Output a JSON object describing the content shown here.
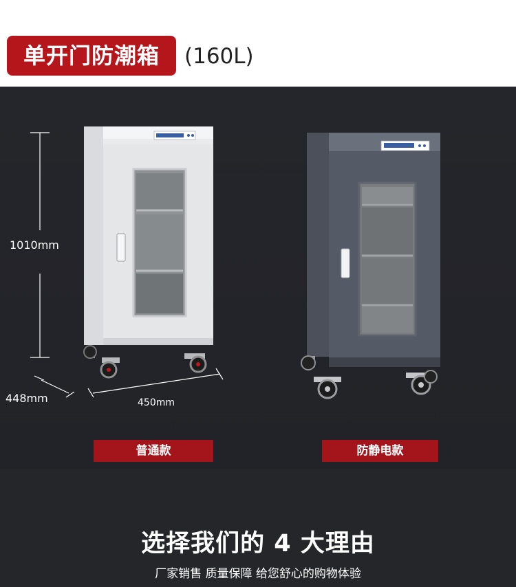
{
  "header": {
    "title": "单开门防潮箱",
    "capacity": "(160L)"
  },
  "dimensions": {
    "height": "1010mm",
    "depth": "448mm",
    "width": "450mm"
  },
  "products": [
    {
      "label": "普通款",
      "color": "#e2e4e6"
    },
    {
      "label": "防静电款",
      "color": "#4f5562"
    }
  ],
  "colors": {
    "accent": "#b5161c",
    "background": "#25262a"
  },
  "reasons": {
    "headline": "选择我们的 4 大理由",
    "subline": "厂家销售 质量保障 给您舒心的购物体验"
  }
}
